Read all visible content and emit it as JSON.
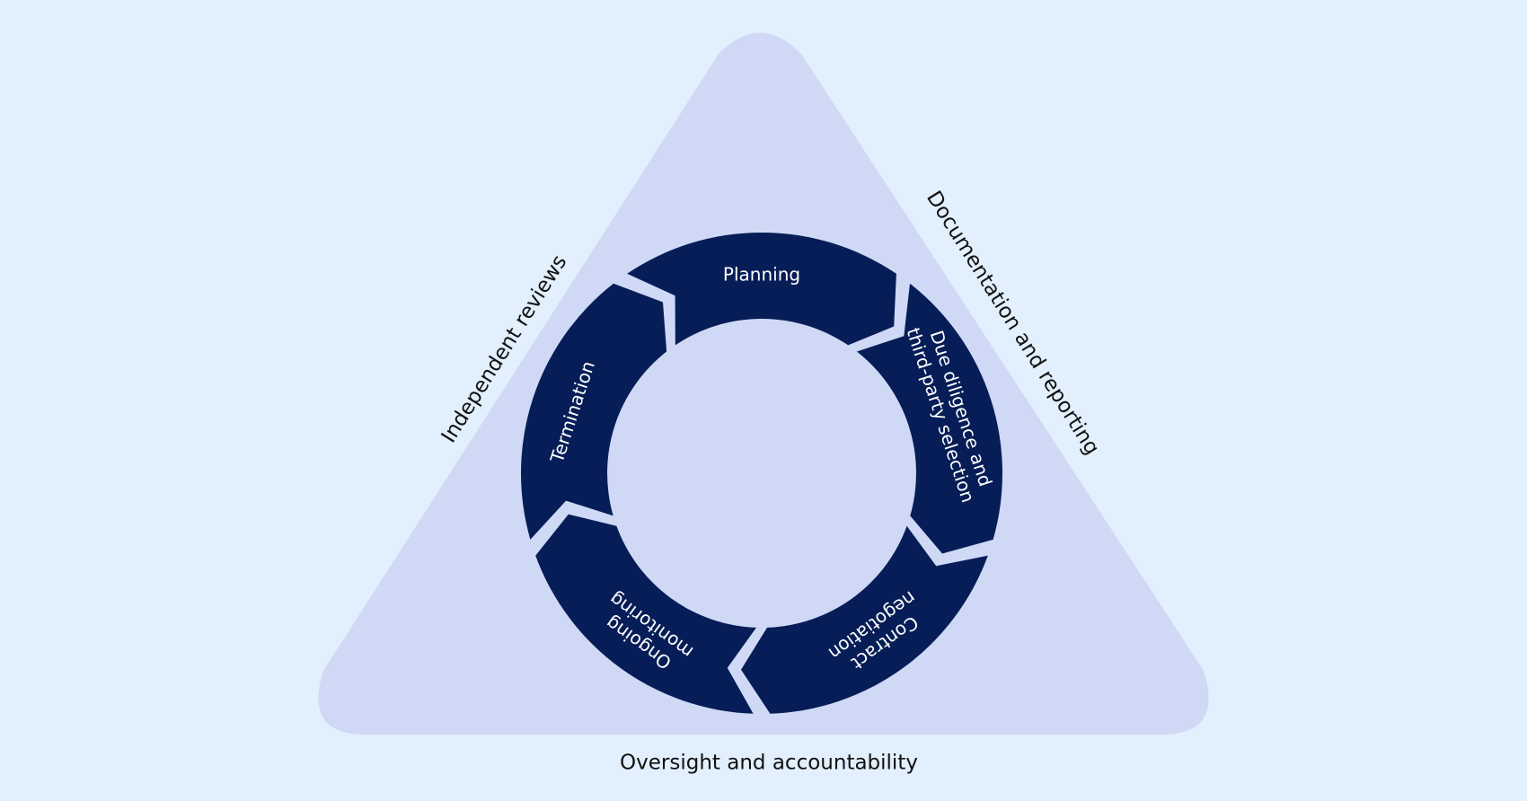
{
  "colors": {
    "background": "#e2effd",
    "triangle": "#cfd9f5",
    "segment": "#061d57",
    "segment_text": "#ffffff",
    "side_text": "#111111"
  },
  "cycle": {
    "stages": [
      {
        "id": "planning",
        "lines": [
          "Planning"
        ]
      },
      {
        "id": "due-diligence",
        "lines": [
          "Due diligence and",
          "third-party selection"
        ]
      },
      {
        "id": "contract-negotiation",
        "lines": [
          "Contract",
          "negotiation"
        ]
      },
      {
        "id": "ongoing-monitoring",
        "lines": [
          "Ongoing",
          "monitoring"
        ]
      },
      {
        "id": "termination",
        "lines": [
          "Termination"
        ]
      }
    ]
  },
  "sides": {
    "left": "Independent reviews",
    "right": "Documentation and reporting",
    "bottom": "Oversight and accountability"
  }
}
